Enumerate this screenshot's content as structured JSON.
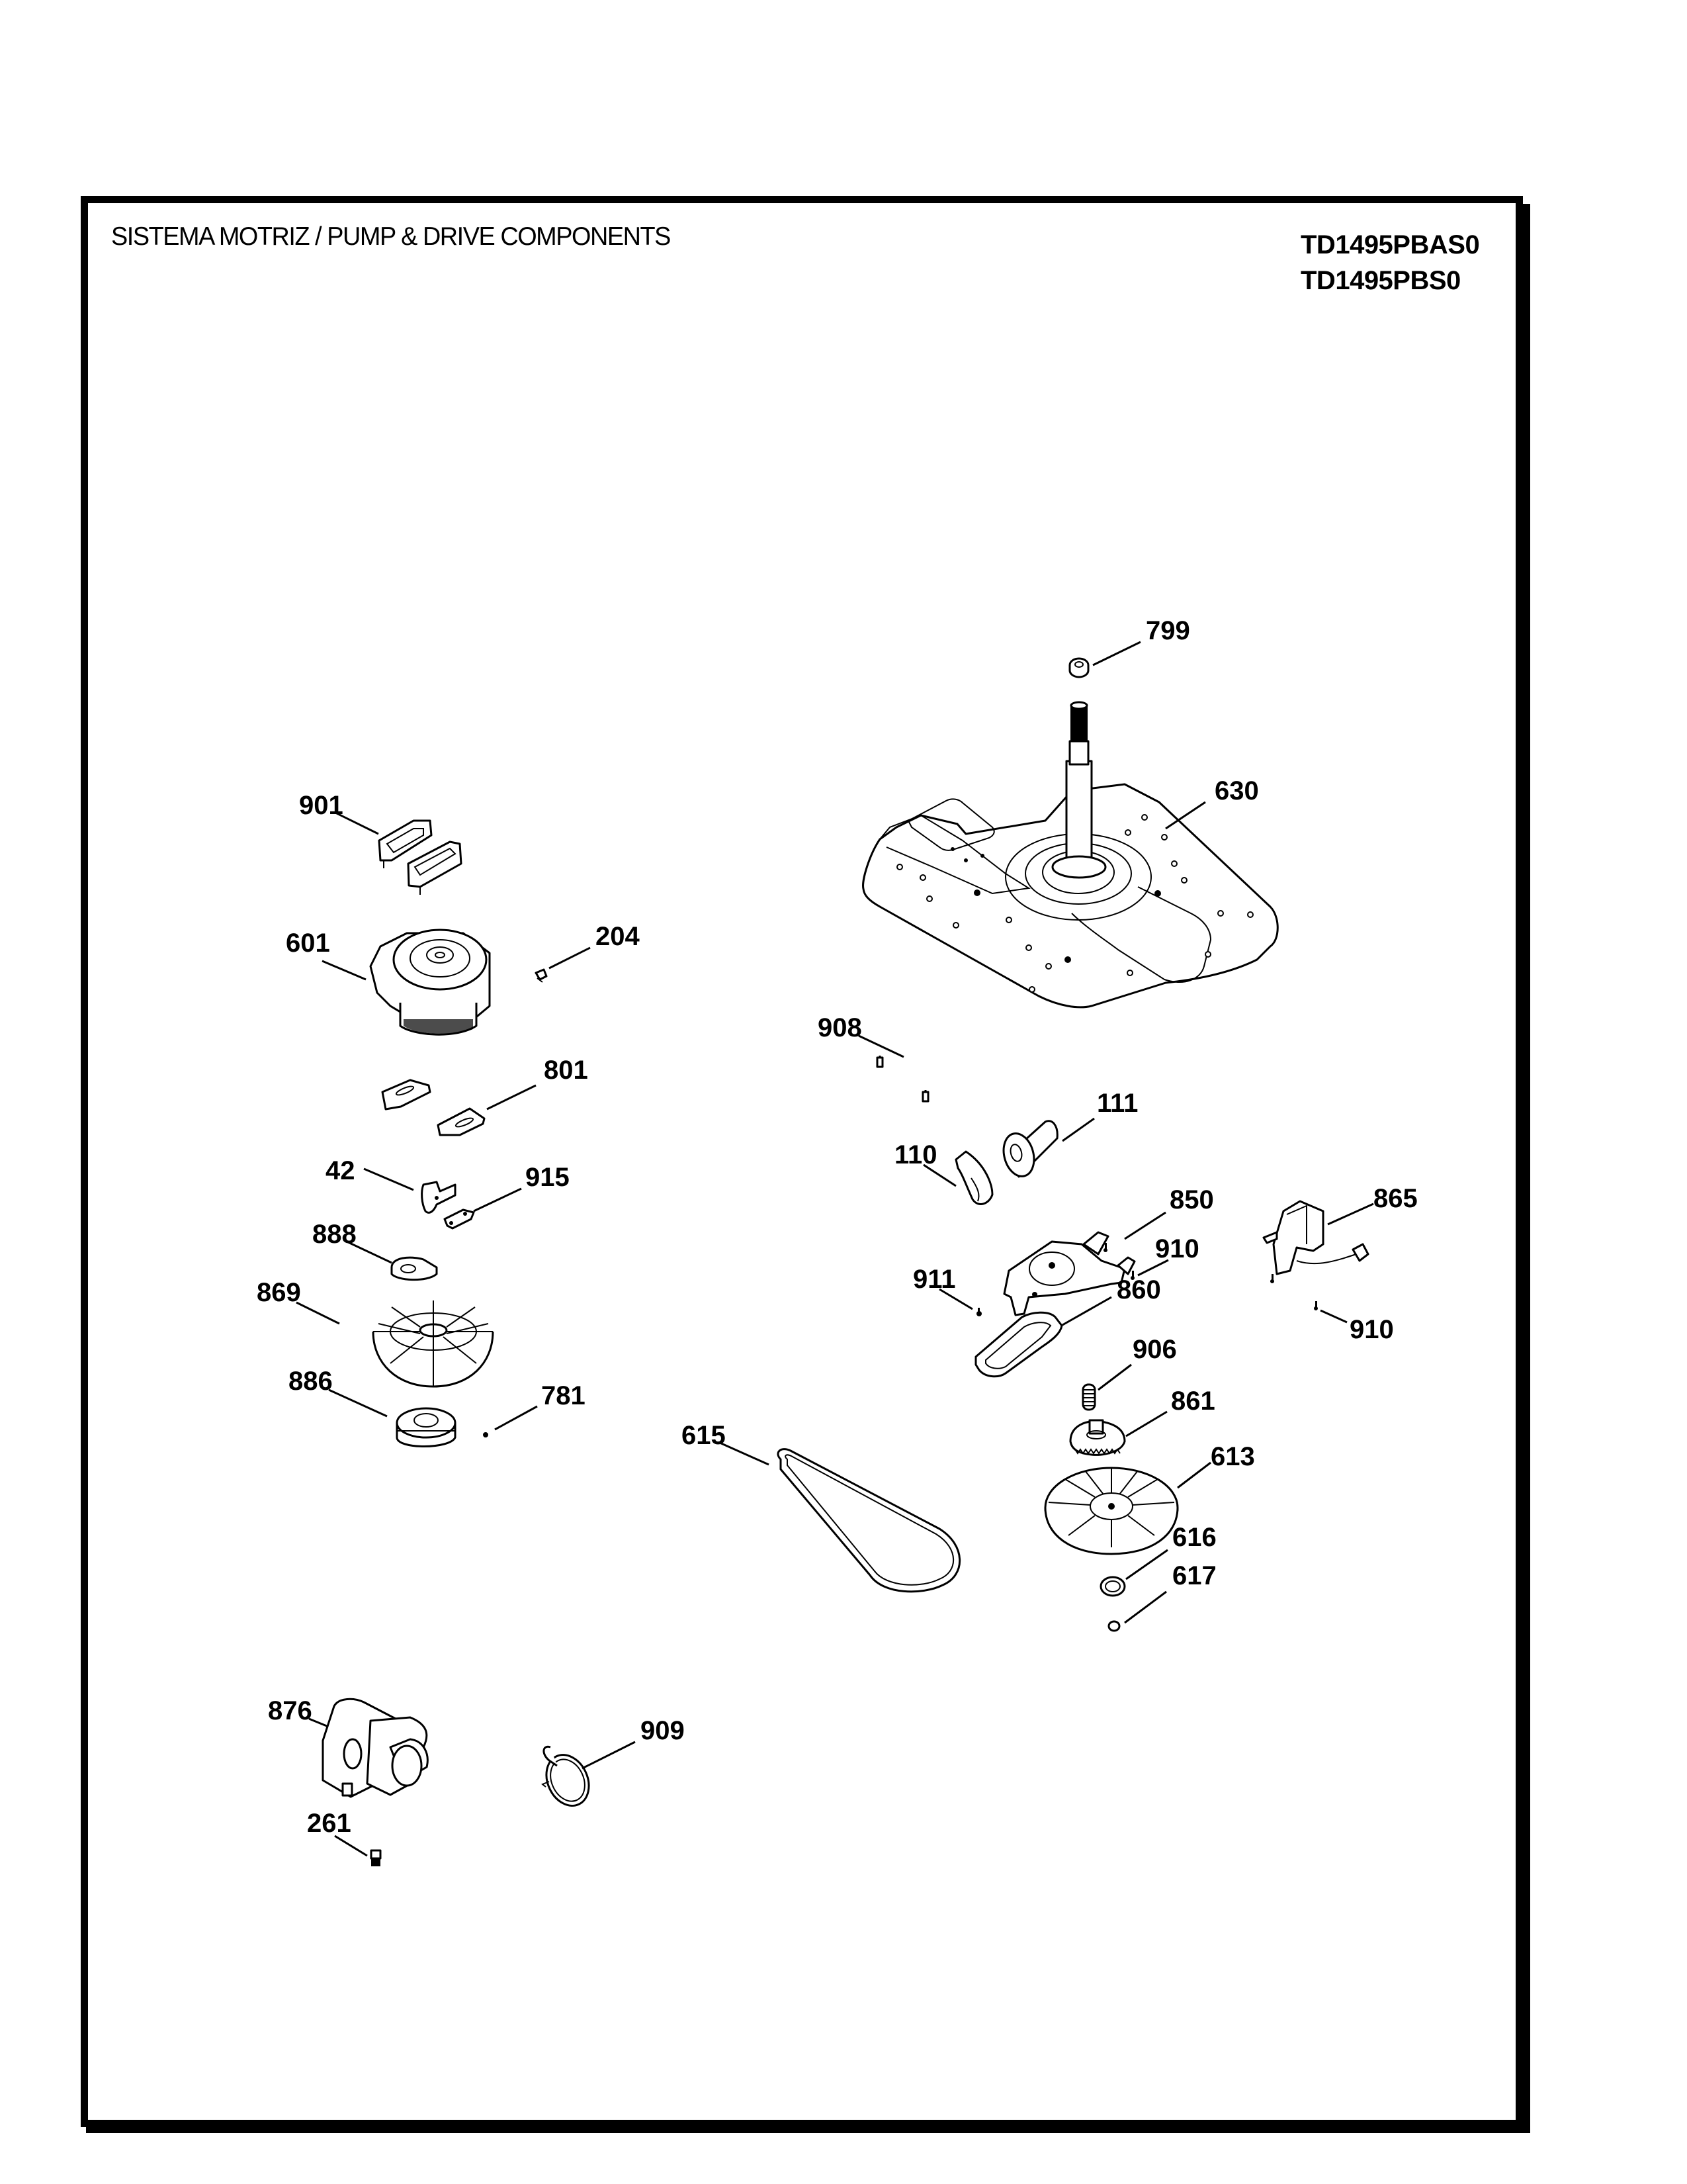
{
  "header": {
    "title": "SISTEMA MOTRIZ / PUMP  &  DRIVE COMPONENTS",
    "models": [
      "TD1495PBAS0",
      "TD1495PBS0"
    ]
  },
  "callouts": [
    {
      "id": "799",
      "part": "nut-cap"
    },
    {
      "id": "630",
      "part": "transmission-base-plate-with-shaft"
    },
    {
      "id": "901",
      "part": "motor-brackets"
    },
    {
      "id": "601",
      "part": "drive-motor"
    },
    {
      "id": "204",
      "part": "clip"
    },
    {
      "id": "908",
      "part": "clip-nut"
    },
    {
      "id": "801",
      "part": "motor-mount-plates"
    },
    {
      "id": "111",
      "part": "capacitor"
    },
    {
      "id": "110",
      "part": "capacitor-strap"
    },
    {
      "id": "42",
      "part": "brush-holder"
    },
    {
      "id": "915",
      "part": "link-plate"
    },
    {
      "id": "850",
      "part": "clutch-bracket"
    },
    {
      "id": "865",
      "part": "actuator-motor"
    },
    {
      "id": "888",
      "part": "washer"
    },
    {
      "id": "910",
      "part": "screw"
    },
    {
      "id": "911",
      "part": "screw"
    },
    {
      "id": "860",
      "part": "clutch-cover"
    },
    {
      "id": "869",
      "part": "fan"
    },
    {
      "id": "910",
      "part": "screw"
    },
    {
      "id": "906",
      "part": "spring"
    },
    {
      "id": "886",
      "part": "motor-pulley"
    },
    {
      "id": "781",
      "part": "set-screw"
    },
    {
      "id": "861",
      "part": "clutch-gear"
    },
    {
      "id": "615",
      "part": "drive-belt"
    },
    {
      "id": "613",
      "part": "transmission-pulley"
    },
    {
      "id": "616",
      "part": "washer"
    },
    {
      "id": "617",
      "part": "nut"
    },
    {
      "id": "876",
      "part": "drain-pump"
    },
    {
      "id": "909",
      "part": "hose-clamp"
    },
    {
      "id": "261",
      "part": "screw"
    }
  ]
}
